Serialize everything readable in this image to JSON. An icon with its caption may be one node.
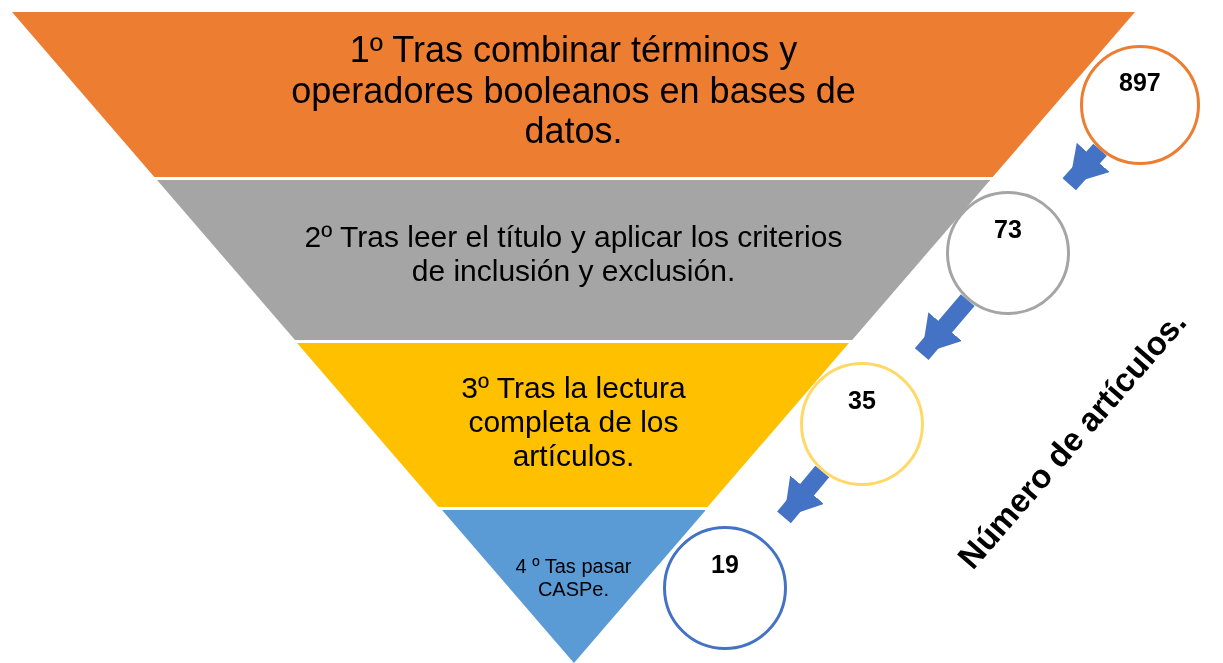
{
  "diagram": {
    "nodes": [
      {
        "text": [
          "1º Tras combinar términos y operadores booleanos en bases de datos."
        ]
      },
      {
        "text": [
          "2º Tras leer el título y aplicar los criterios de inclusión y exclusión."
        ]
      },
      {
        "text": [
          "3º Tras la lectura completa de los artículos."
        ]
      },
      {
        "text": [
          "4 º Tas pasar CASPe."
        ]
      },
      {
        "text": [
          "897"
        ]
      },
      {
        "text": [
          "73"
        ]
      },
      {
        "text": [
          "35"
        ]
      },
      {
        "text": [
          "19"
        ]
      }
    ],
    "edges": [
      {
        "from": 4,
        "to": 5,
        "arrow": "to"
      },
      {
        "from": 5,
        "to": 6,
        "arrow": "to"
      },
      {
        "from": 6,
        "to": 7,
        "arrow": "to"
      }
    ],
    "labels": [
      "Número de artículos."
    ]
  }
}
